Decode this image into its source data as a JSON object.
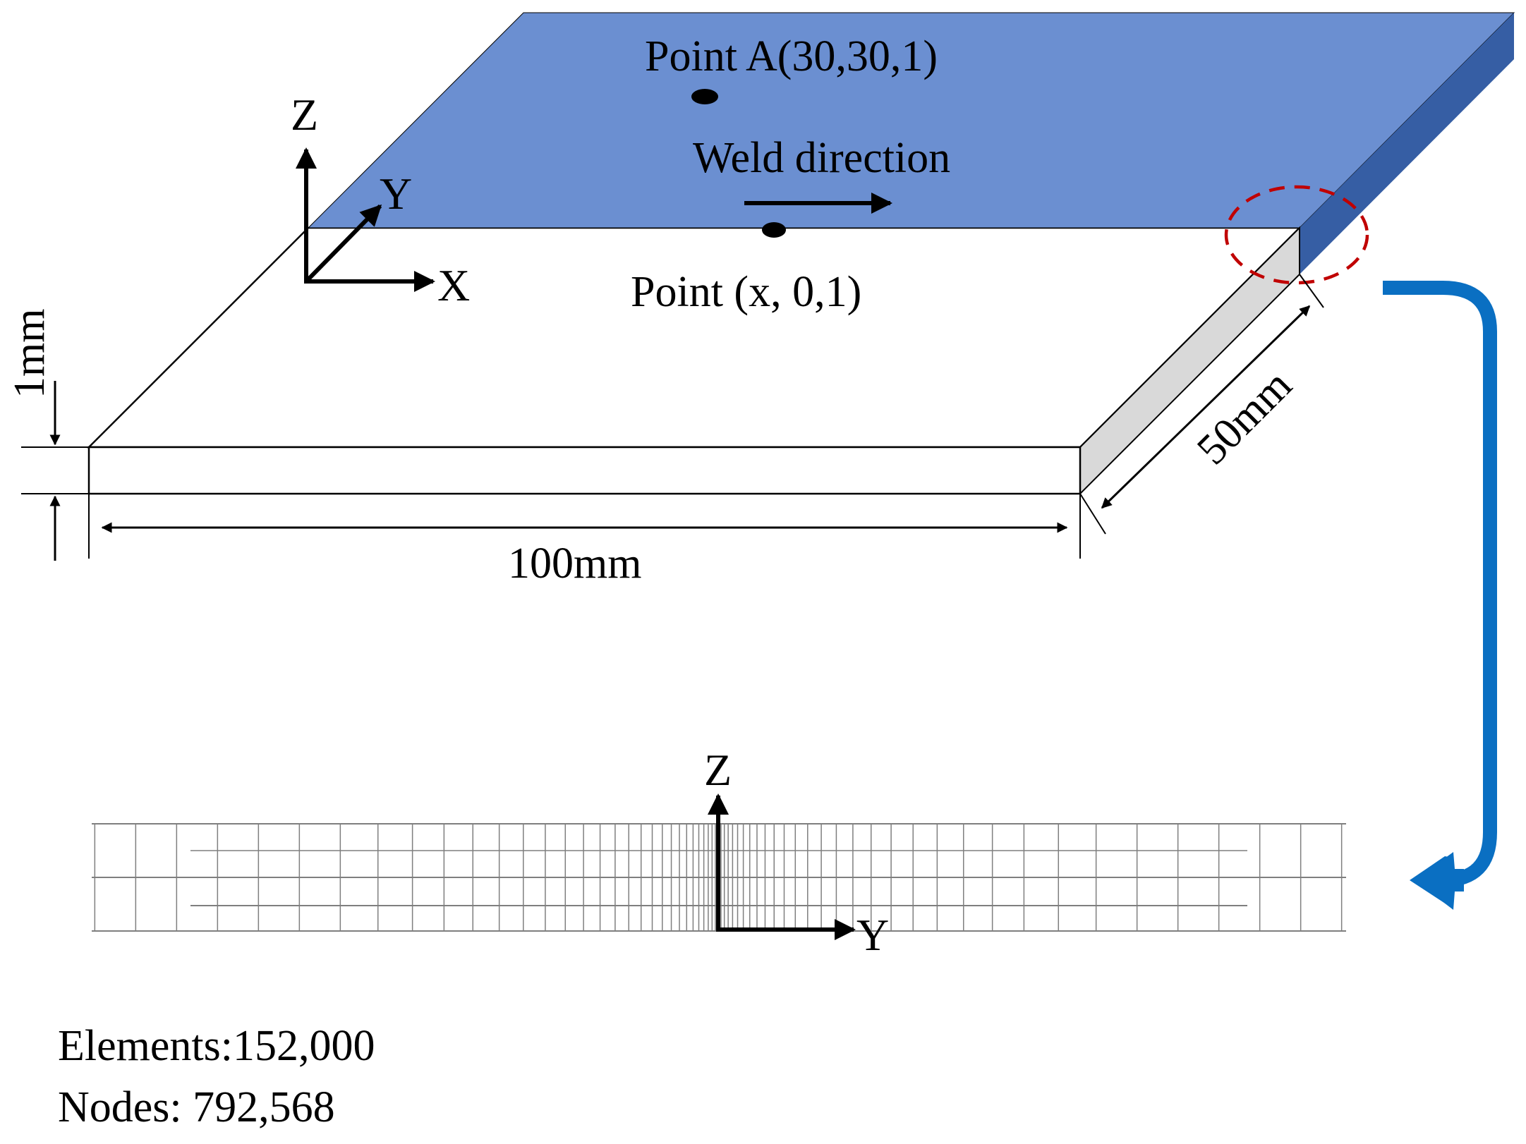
{
  "diagram": {
    "point_a_label": "Point A(30,30,1)",
    "weld_direction_label": "Weld direction",
    "point_x_label": "Point (x, 0,1)",
    "axis_z": "Z",
    "axis_y": "Y",
    "axis_x": "X",
    "thickness_label": "1mm",
    "width_label": "50mm",
    "length_label": "100mm",
    "mesh_axis_z": "Z",
    "mesh_axis_y": "Y",
    "elements_label": "Elements:152,000",
    "nodes_label": "Nodes: 792,568"
  },
  "colors": {
    "plate_top": "#6b8fd1",
    "plate_side": "#365ea4",
    "plate_end": "#d9d9d9",
    "callout_circle": "#c00000",
    "flow_arrow": "#0a6fc2",
    "mesh_line": "#7f7f7f"
  }
}
